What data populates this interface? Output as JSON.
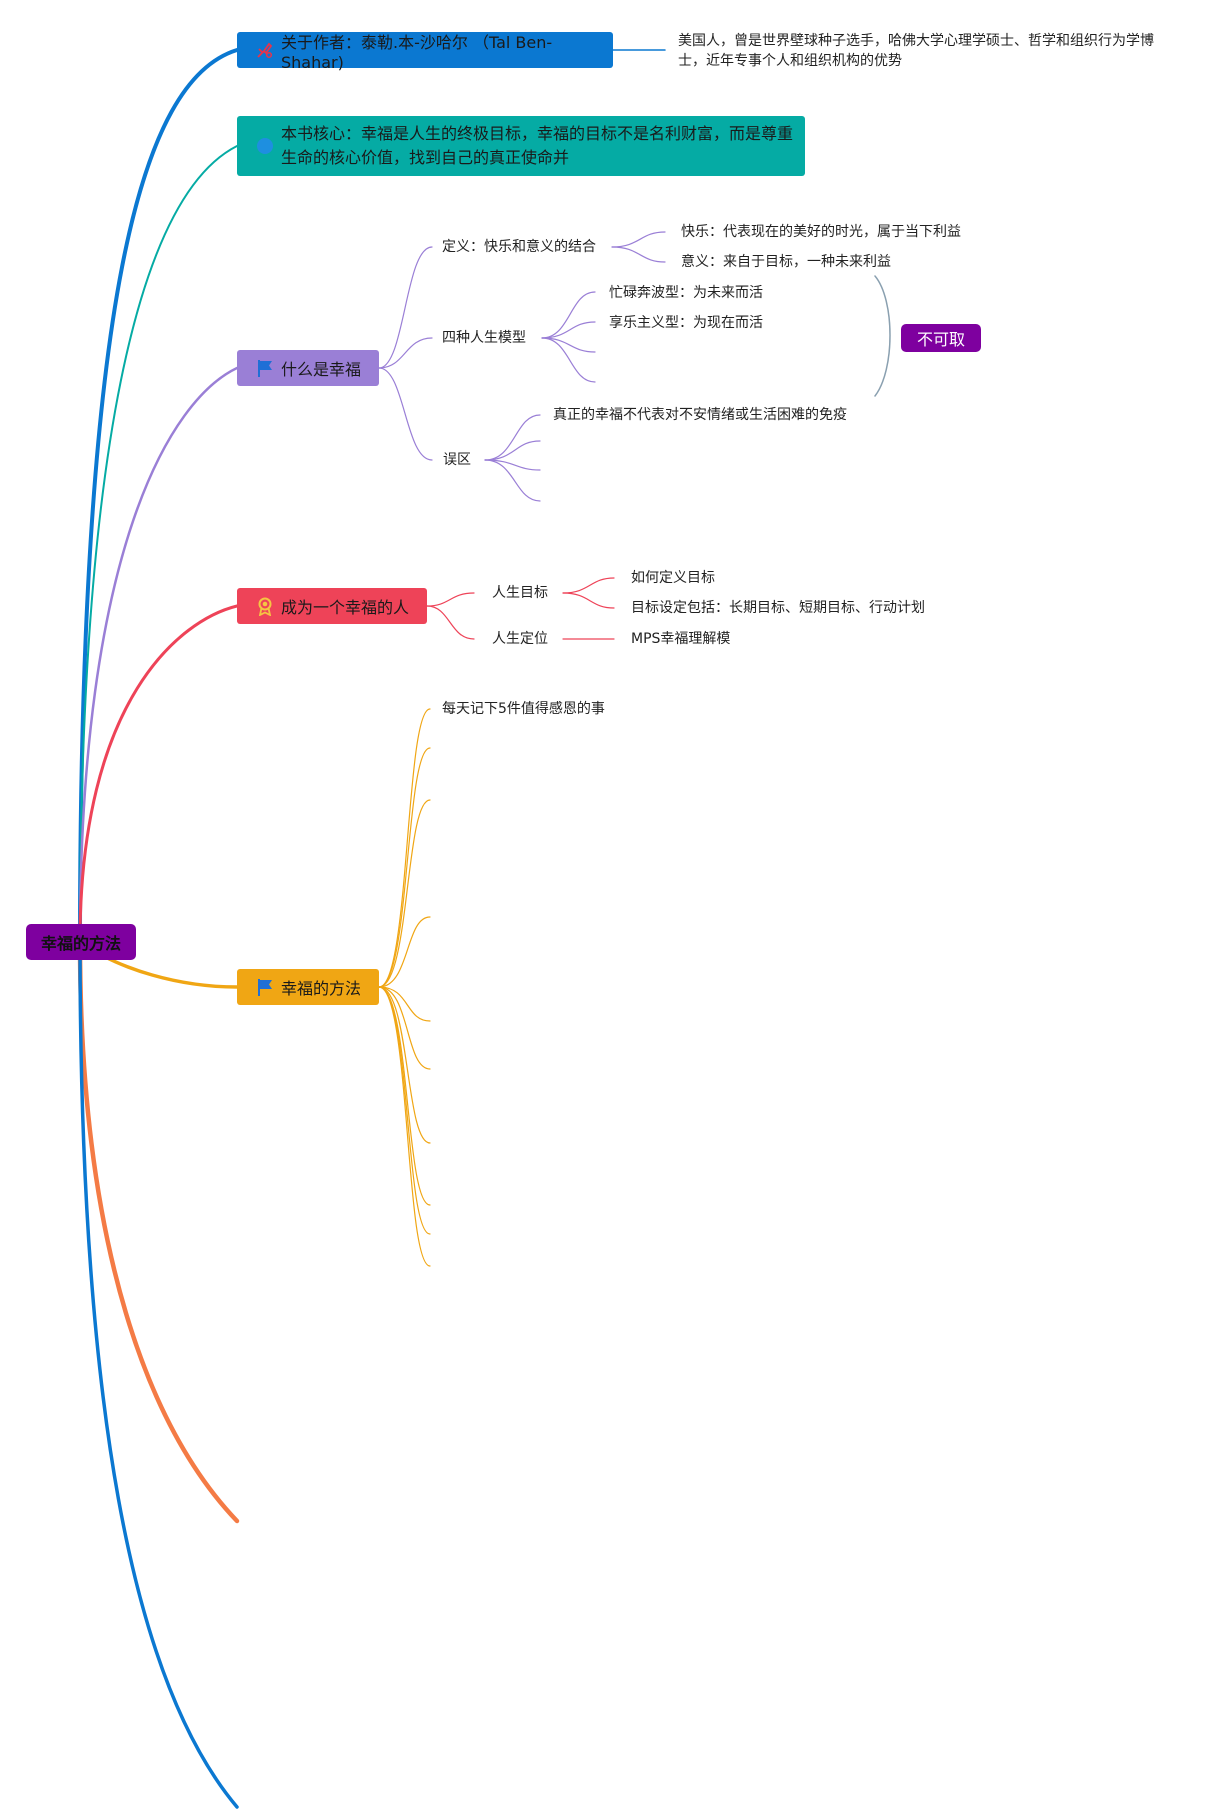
{
  "root": {
    "label": "幸福的方法",
    "color": "#7e009f"
  },
  "colors": {
    "author": "#0b78d1",
    "core": "#05aba4",
    "what": "#9a7fd6",
    "become": "#ee4358",
    "method": "#f0a614",
    "orange": "#f47b45",
    "blue_bottom": "#0b78d1",
    "badge": "#7e009f"
  },
  "branches": {
    "author": {
      "label": "关于作者：泰勒.本-沙哈尔 （Tal Ben-Shahar)",
      "icon": "pen-icon",
      "note": "美国人，曾是世界壁球种子选手，哈佛大学心理学硕士、哲学和组织行为学博士，近年专事个人和组织机构的优势"
    },
    "core": {
      "label": "本书核心：幸福是人生的终极目标，幸福的目标不是名利财富，而是尊重生命的核心价值，找到自己的真正使命并",
      "icon": "dot-icon"
    },
    "what": {
      "label": "什么是幸福",
      "icon": "flag-icon",
      "definition": {
        "label": "定义：快乐和意义的结合",
        "children": [
          "快乐：代表现在的美好的时光，属于当下利益",
          "意义：来自于目标，一种未来利益"
        ]
      },
      "models": {
        "label": "四种人生模型",
        "children": [
          "忙碌奔波型：为未来而活",
          "享乐主义型：为现在而活"
        ],
        "summary": "不可取"
      },
      "myths": {
        "label": "误区",
        "children": [
          "真正的幸福不代表对不安情绪或生活困难的免疫"
        ]
      }
    },
    "become": {
      "label": "成为一个幸福的人",
      "icon": "award-icon",
      "goals": {
        "label": "人生目标",
        "children": [
          "如何定义目标",
          "目标设定包括：长期目标、短期目标、行动计划"
        ]
      },
      "position": {
        "label": "人生定位",
        "child": "MPS幸福理解模"
      }
    },
    "method": {
      "label": "幸福的方法",
      "icon": "flag-icon",
      "children": [
        "每天记下5件值得感恩的事"
      ]
    }
  }
}
